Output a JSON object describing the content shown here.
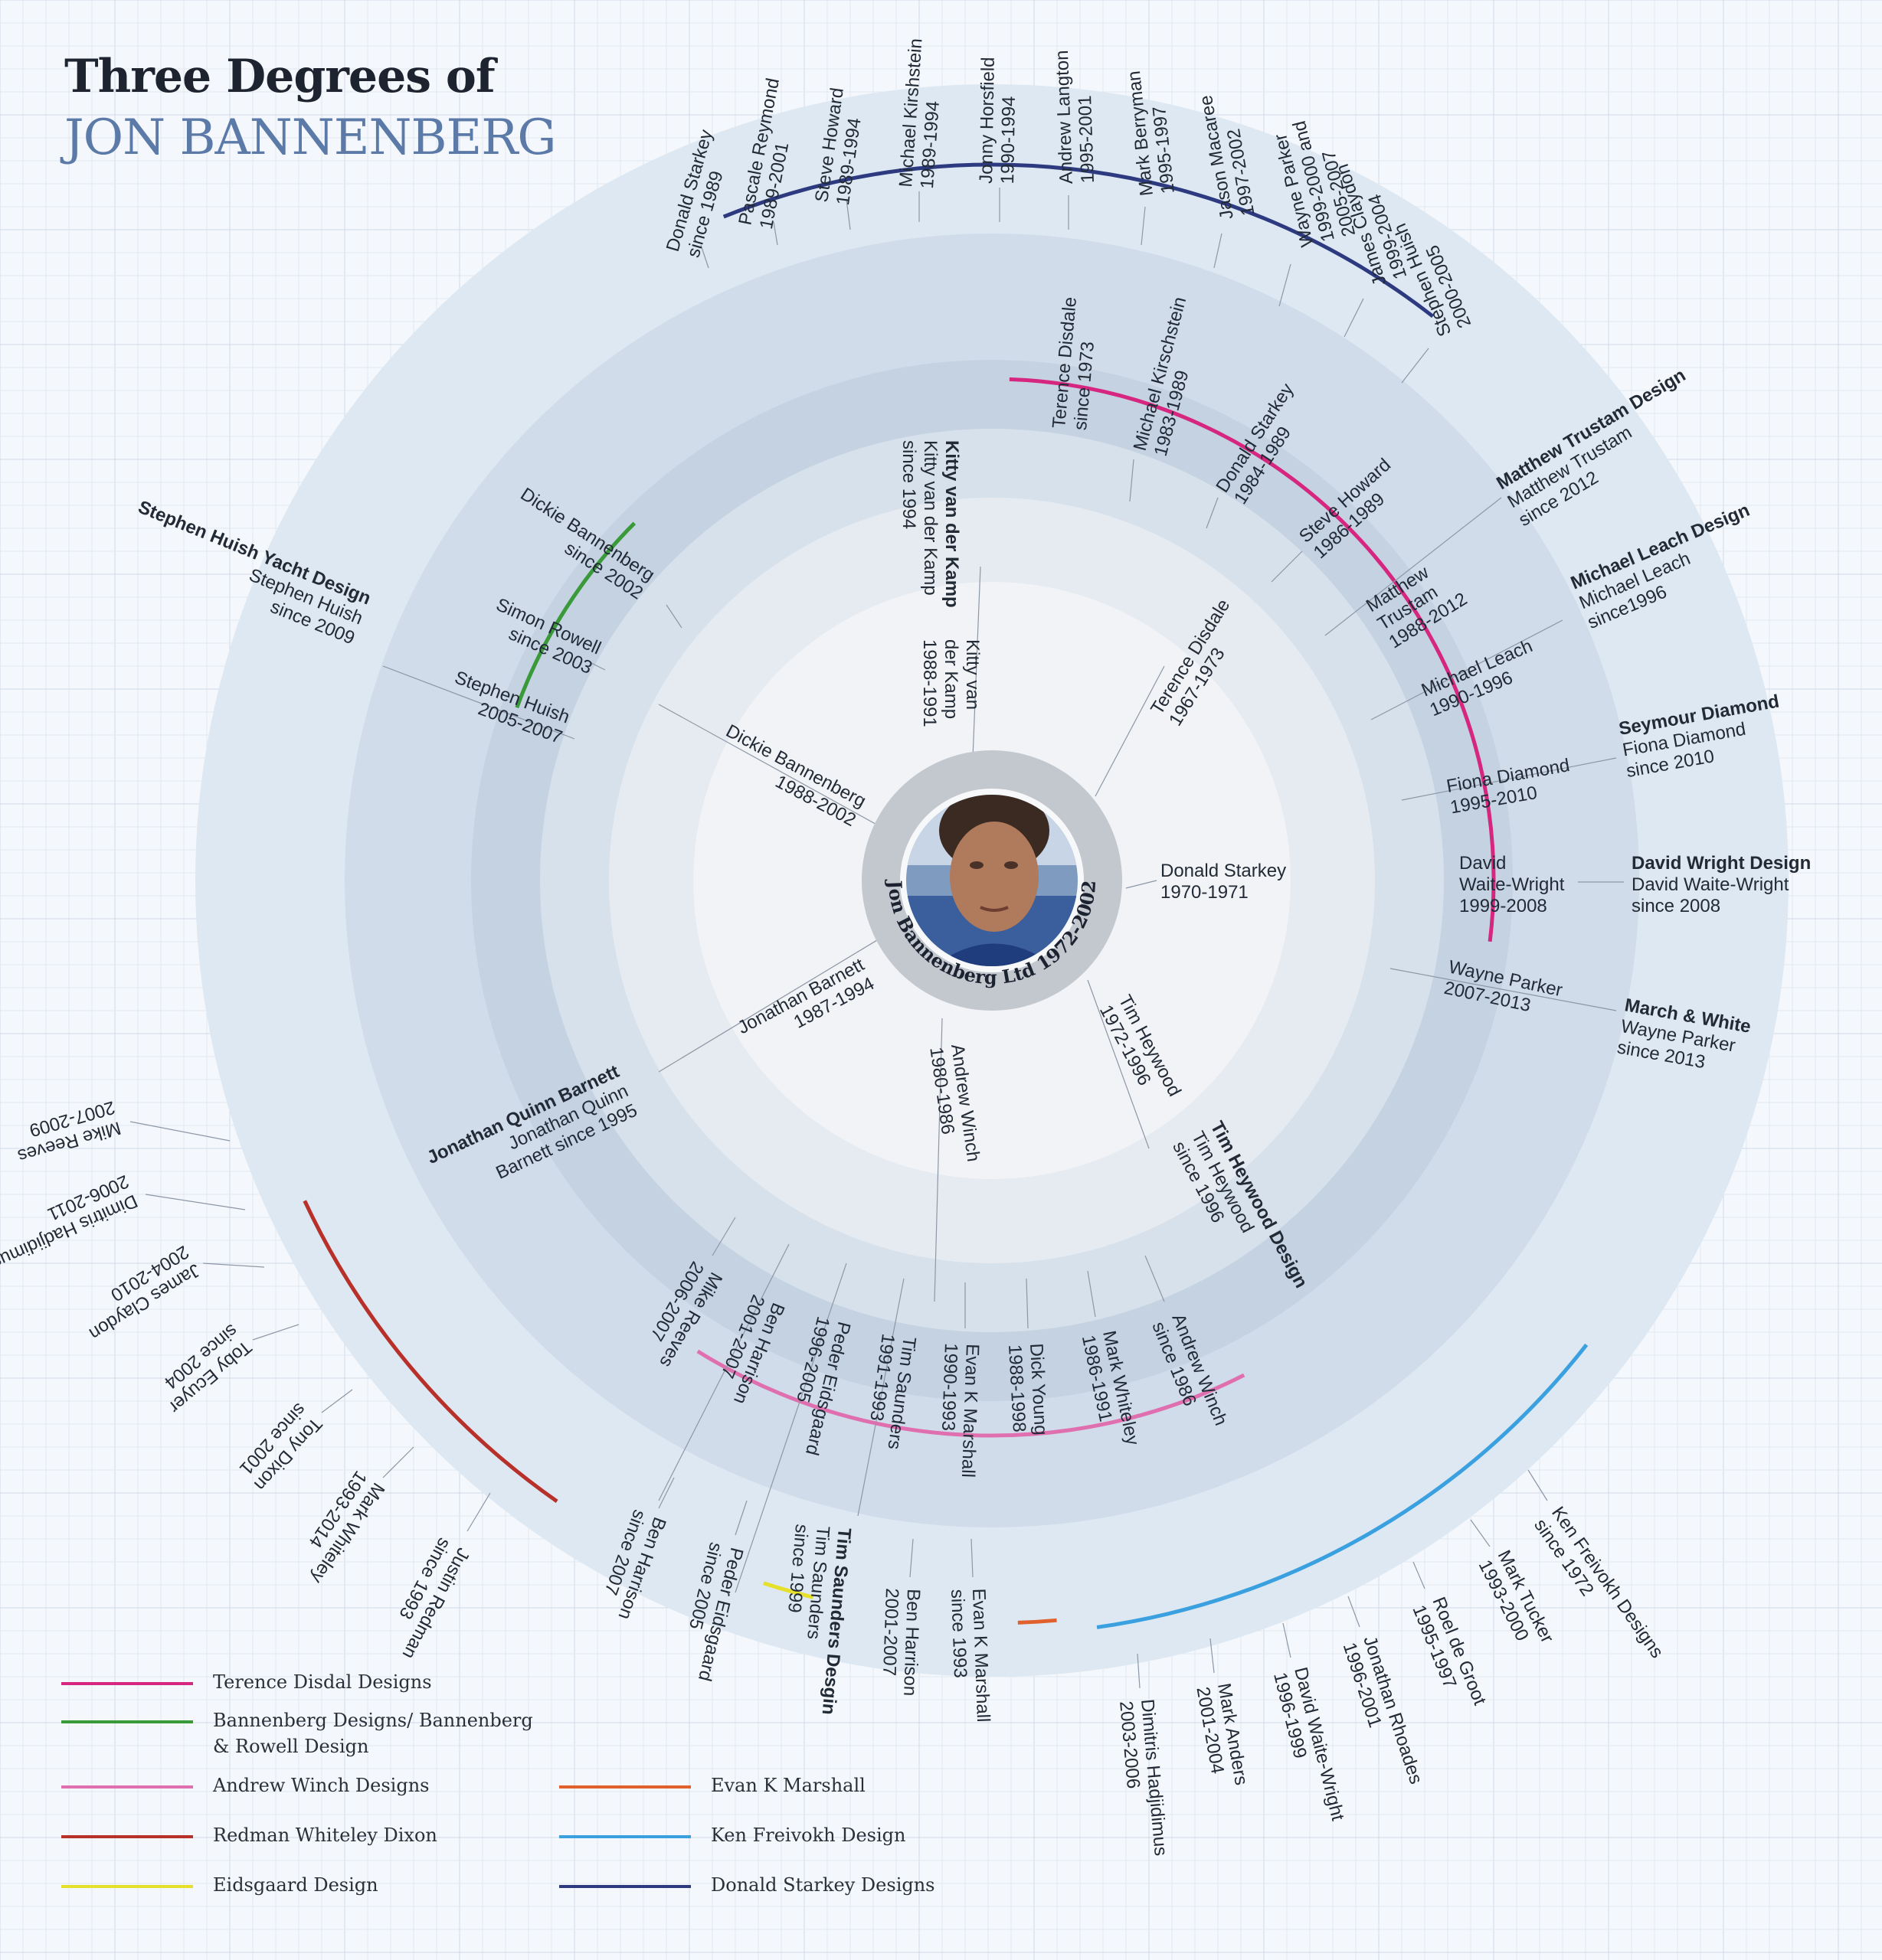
{
  "title": {
    "line1": "Three Degrees of",
    "line2": "JON BANNENBERG"
  },
  "center": {
    "label": "Jon Bannenberg Ltd 1972-2002"
  },
  "ring1": [
    {
      "id": "r1-kitty",
      "text": [
        "Kitty van",
        "der Kamp",
        "1988-1991"
      ]
    },
    {
      "id": "r1-disdale",
      "text": [
        "Terence Disdale",
        "1967-1973"
      ]
    },
    {
      "id": "r1-starkey",
      "text": [
        "Donald Starkey",
        "1970-1971"
      ]
    },
    {
      "id": "r1-heywood",
      "text": [
        "Tim Heywood",
        "1972-1996"
      ]
    },
    {
      "id": "r1-winch",
      "text": [
        "Andrew Winch",
        "1980-1986"
      ]
    },
    {
      "id": "r1-barnett",
      "text": [
        "Jonathan Barnett",
        "1987-1994"
      ]
    },
    {
      "id": "r1-dickie",
      "text": [
        "Dickie Bannenberg",
        "1988-2002"
      ]
    }
  ],
  "ring2": [
    {
      "id": "r2-td-disdale",
      "text": [
        "Terence Disdale",
        "since 1973"
      ]
    },
    {
      "id": "r2-td-kirschstein",
      "text": [
        "Michael Kirschstein",
        "1983-1989"
      ]
    },
    {
      "id": "r2-td-starkey",
      "text": [
        "Donald Starkey",
        "1984-1989"
      ]
    },
    {
      "id": "r2-td-howard",
      "text": [
        "Steve Howard",
        "1986-1989"
      ]
    },
    {
      "id": "r2-td-trustam",
      "text": [
        "Matthew",
        "Trustam",
        "1988-2012"
      ]
    },
    {
      "id": "r2-td-leach",
      "text": [
        "Michael Leach",
        "1990-1996"
      ]
    },
    {
      "id": "r2-td-diamond",
      "text": [
        "Fiona Diamond",
        "1995-2010"
      ]
    },
    {
      "id": "r2-td-waite",
      "text": [
        "David",
        "Waite-Wright",
        "1999-2008"
      ]
    },
    {
      "id": "r2-td-parker",
      "text": [
        "Wayne Parker",
        "2007-2013"
      ]
    },
    {
      "id": "r2-aw-winch",
      "text": [
        "Andrew Winch",
        "since 1986"
      ]
    },
    {
      "id": "r2-aw-whiteley",
      "text": [
        "Mark Whiteley",
        "1986-1991"
      ]
    },
    {
      "id": "r2-aw-young",
      "text": [
        "Dick Young",
        "1988-1998"
      ]
    },
    {
      "id": "r2-aw-marshall",
      "text": [
        "Evan K Marshall",
        "1990-1993"
      ]
    },
    {
      "id": "r2-aw-saunders",
      "text": [
        "Tim Saunders",
        "1991-1993"
      ]
    },
    {
      "id": "r2-aw-eidsgaard",
      "text": [
        "Peder Eidsgaard",
        "1996-2005"
      ]
    },
    {
      "id": "r2-aw-harrison",
      "text": [
        "Ben Harrison",
        "2001-2007"
      ]
    },
    {
      "id": "r2-aw-reeves",
      "text": [
        "Mike Reeves",
        "2006-2007"
      ]
    },
    {
      "id": "r2-bd-dickie",
      "text": [
        "Dickie Bannenberg",
        "since 2002"
      ]
    },
    {
      "id": "r2-bd-rowell",
      "text": [
        "Simon Rowell",
        "since 2003"
      ]
    },
    {
      "id": "r2-bd-huish",
      "text": [
        "Stephen Huish",
        "2005-2007"
      ]
    }
  ],
  "firms": [
    {
      "id": "f-kitty",
      "name": "Kitty van der Kamp",
      "text": [
        "Kitty van der Kamp",
        "since 1994"
      ]
    },
    {
      "id": "f-trustam",
      "name": "Matthew Trustam Design",
      "text": [
        "Matthew Trustam",
        "since 2012"
      ]
    },
    {
      "id": "f-leach",
      "name": "Michael Leach Design",
      "text": [
        "Michael Leach",
        "since1996"
      ]
    },
    {
      "id": "f-diamond",
      "name": "Seymour Diamond",
      "text": [
        "Fiona Diamond",
        "since 2010"
      ]
    },
    {
      "id": "f-wright",
      "name": "David Wright Design",
      "text": [
        "David Waite-Wright",
        "since 2008"
      ]
    },
    {
      "id": "f-march",
      "name": "March & White",
      "text": [
        "Wayne Parker",
        "since 2013"
      ]
    },
    {
      "id": "f-heywood",
      "name": "Tim Heywood Design",
      "text": [
        "Tim Heywood",
        "since 1996"
      ]
    },
    {
      "id": "f-barnett",
      "name": "Jonathan Quinn Barnett",
      "text": [
        "Jonathan Quinn",
        "Barnett since 1995"
      ]
    },
    {
      "id": "f-huish",
      "name": "Stephen Huish Yacht Design",
      "text": [
        "Stephen Huish",
        "since 2009"
      ]
    },
    {
      "id": "f-saunders",
      "name": "Tim Saunders Desgin",
      "text": [
        "Tim Saunders",
        "since 1999"
      ]
    }
  ],
  "ring3": [
    {
      "id": "r3-ds-starkey",
      "text": [
        "Donald Starkey",
        "since 1989"
      ]
    },
    {
      "id": "r3-ds-reymond",
      "text": [
        "Pascale Reymond",
        "1989-2001"
      ]
    },
    {
      "id": "r3-ds-howard",
      "text": [
        "Steve Howard",
        "1989-1994"
      ]
    },
    {
      "id": "r3-ds-kirshstein",
      "text": [
        "Michael Kirshstein",
        "1989-1994"
      ]
    },
    {
      "id": "r3-ds-horsfield",
      "text": [
        "Jonny Horsfield",
        "1990-1994"
      ]
    },
    {
      "id": "r3-ds-langton",
      "text": [
        "Andrew Langton",
        "1995-2001"
      ]
    },
    {
      "id": "r3-ds-berryman",
      "text": [
        "Mark Berryman",
        "1995-1997"
      ]
    },
    {
      "id": "r3-ds-macaree",
      "text": [
        "Jason Macaree",
        "1997-2002"
      ]
    },
    {
      "id": "r3-ds-parker",
      "text": [
        "Wayne Parker",
        "1999-2000 and",
        "2005-2007"
      ]
    },
    {
      "id": "r3-ds-claydon",
      "text": [
        "James Claydon",
        "1999-2004"
      ]
    },
    {
      "id": "r3-ds-huish",
      "text": [
        "Stephen Huish",
        "2000-2005"
      ]
    },
    {
      "id": "r3-kf-kf",
      "text": [
        "Ken Freivokh Designs",
        "since 1972"
      ]
    },
    {
      "id": "r3-kf-tucker",
      "text": [
        "Mark Tucker",
        "1993-2000"
      ]
    },
    {
      "id": "r3-kf-degroot",
      "text": [
        "Roel de Groot",
        "1995-1997"
      ]
    },
    {
      "id": "r3-kf-rhoades",
      "text": [
        "Jonathan Rhoades",
        "1996-2001"
      ]
    },
    {
      "id": "r3-kf-waite",
      "text": [
        "David Waite-Wright",
        "1996-1999"
      ]
    },
    {
      "id": "r3-kf-anders",
      "text": [
        "Mark Anders",
        "2001-2004"
      ]
    },
    {
      "id": "r3-kf-hadjidimus",
      "text": [
        "Dimitris Hadjidimus",
        "2003-2006"
      ]
    },
    {
      "id": "r3-ekm-marshall",
      "text": [
        "Evan K Marshall",
        "since 1993"
      ]
    },
    {
      "id": "r3-ekm-harrison",
      "text": [
        "Ben Harrison",
        "2001-2007"
      ]
    },
    {
      "id": "r3-ed-eidsgaard",
      "text": [
        "Peder Eidsgaard",
        "since 2005"
      ]
    },
    {
      "id": "r3-ed-harrison",
      "text": [
        "Ben Harrison",
        "since 2007"
      ]
    },
    {
      "id": "r3-rwd-redman",
      "text": [
        "Justin Redman",
        "since 1993"
      ]
    },
    {
      "id": "r3-rwd-whiteley",
      "text": [
        "Mark Whiteley",
        "1993-2014"
      ]
    },
    {
      "id": "r3-rwd-dixon",
      "text": [
        "Tony Dixon",
        "since 2001"
      ]
    },
    {
      "id": "r3-rwd-ecuyer",
      "text": [
        "Toby Ecuyer",
        "since 2004"
      ]
    },
    {
      "id": "r3-rwd-claydon",
      "text": [
        "James Claydon",
        "2004-2010"
      ]
    },
    {
      "id": "r3-rwd-hadjidimus",
      "text": [
        "Dimitris Hadjidimus",
        "2006-2011"
      ]
    },
    {
      "id": "r3-rwd-reeves",
      "text": [
        "Mike Reeves",
        "2007-2009"
      ]
    }
  ],
  "legend": [
    {
      "id": "leg-td",
      "label": "Terence Disdal Designs",
      "color": "#d6267f"
    },
    {
      "id": "leg-bd",
      "label": "Bannenberg Designs/ Bannenberg & Rowell Design",
      "color": "#3a9a3a"
    },
    {
      "id": "leg-aw",
      "label": "Andrew Winch Designs",
      "color": "#e06fb0"
    },
    {
      "id": "leg-rwd",
      "label": "Redman Whiteley Dixon",
      "color": "#b8302a"
    },
    {
      "id": "leg-ed",
      "label": "Eidsgaard Design",
      "color": "#e6e02a"
    },
    {
      "id": "leg-ekm",
      "label": "Evan K Marshall",
      "color": "#e0602e"
    },
    {
      "id": "leg-kf",
      "label": "Ken Freivokh Design",
      "color": "#3aa0e0"
    },
    {
      "id": "leg-ds",
      "label": "Donald Starkey Designs",
      "color": "#2e3a80"
    }
  ]
}
